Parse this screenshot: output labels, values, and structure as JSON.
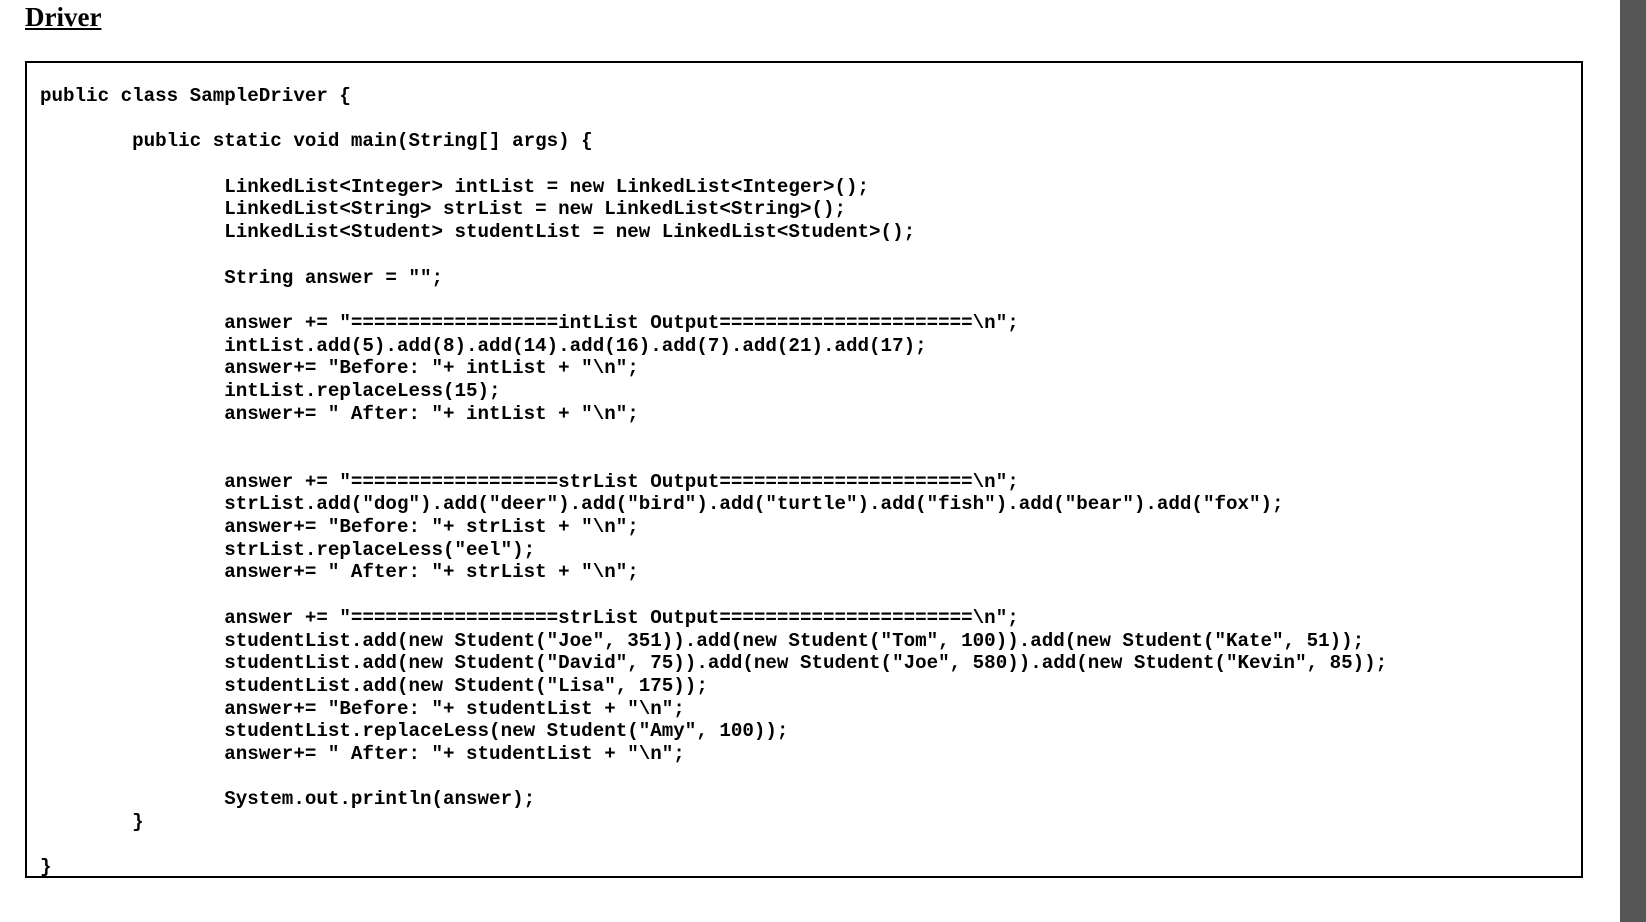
{
  "document": {
    "heading": "Driver"
  },
  "code": {
    "lines": [
      "public class SampleDriver {",
      "",
      "        public static void main(String[] args) {",
      "",
      "                LinkedList<Integer> intList = new LinkedList<Integer>();",
      "                LinkedList<String> strList = new LinkedList<String>();",
      "                LinkedList<Student> studentList = new LinkedList<Student>();",
      "",
      "                String answer = \"\";",
      "",
      "                answer += \"==================intList Output======================\\n\";",
      "                intList.add(5).add(8).add(14).add(16).add(7).add(21).add(17);",
      "                answer+= \"Before: \"+ intList + \"\\n\";",
      "                intList.replaceLess(15);",
      "                answer+= \" After: \"+ intList + \"\\n\";",
      "",
      "",
      "                answer += \"==================strList Output======================\\n\";",
      "                strList.add(\"dog\").add(\"deer\").add(\"bird\").add(\"turtle\").add(\"fish\").add(\"bear\").add(\"fox\");",
      "                answer+= \"Before: \"+ strList + \"\\n\";",
      "                strList.replaceLess(\"eel\");",
      "                answer+= \" After: \"+ strList + \"\\n\";",
      "",
      "                answer += \"==================strList Output======================\\n\";",
      "                studentList.add(new Student(\"Joe\", 351)).add(new Student(\"Tom\", 100)).add(new Student(\"Kate\", 51));",
      "                studentList.add(new Student(\"David\", 75)).add(new Student(\"Joe\", 580)).add(new Student(\"Kevin\", 85));",
      "                studentList.add(new Student(\"Lisa\", 175));",
      "                answer+= \"Before: \"+ studentList + \"\\n\";",
      "                studentList.replaceLess(new Student(\"Amy\", 100));",
      "                answer+= \" After: \"+ studentList + \"\\n\";",
      "",
      "                System.out.println(answer);",
      "        }",
      "",
      "}"
    ]
  }
}
